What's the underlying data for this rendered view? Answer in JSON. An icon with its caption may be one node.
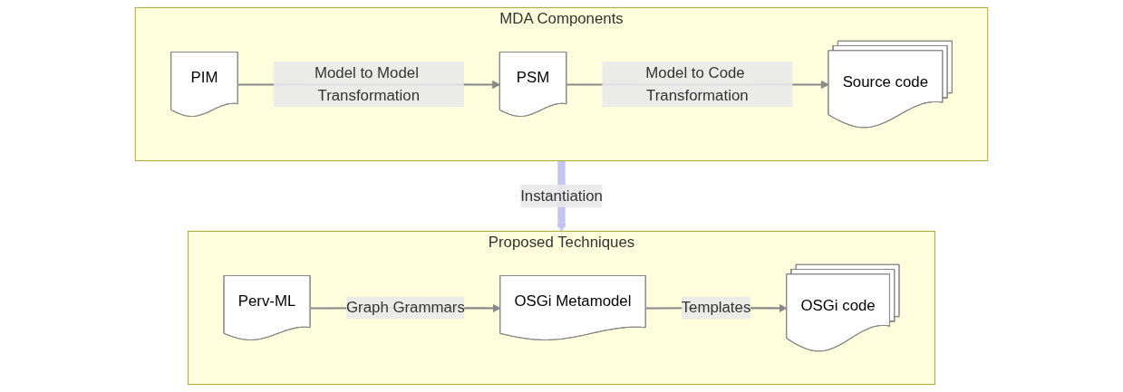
{
  "diagram": {
    "nodes": [
      {
        "text": [
          "MDA Components"
        ]
      },
      {
        "text": [
          "PIM"
        ],
        "in": 0
      },
      {
        "text": [
          "PSM"
        ],
        "in": 0
      },
      {
        "text": [
          "Source code"
        ],
        "in": 0
      },
      {
        "text": [
          "Proposed Techniques"
        ]
      },
      {
        "text": [
          "Perv-ML"
        ],
        "in": 4
      },
      {
        "text": [
          "OSGi Metamodel"
        ],
        "in": 4
      },
      {
        "text": [
          "OSGi code"
        ],
        "in": 4
      }
    ],
    "edges": [
      {
        "from": 1,
        "to": 2,
        "arrow": "to",
        "label": "Model to Model Transformation"
      },
      {
        "from": 2,
        "to": 3,
        "arrow": "to",
        "label": "Model to Code Transformation"
      },
      {
        "from": 0,
        "to": 4,
        "arrow": "to",
        "label": "Instantiation",
        "style": "thick",
        "color": "#c4c4f0"
      },
      {
        "from": 5,
        "to": 6,
        "arrow": "to",
        "label": "Graph Grammars"
      },
      {
        "from": 6,
        "to": 7,
        "arrow": "to",
        "label": "Templates"
      }
    ]
  }
}
